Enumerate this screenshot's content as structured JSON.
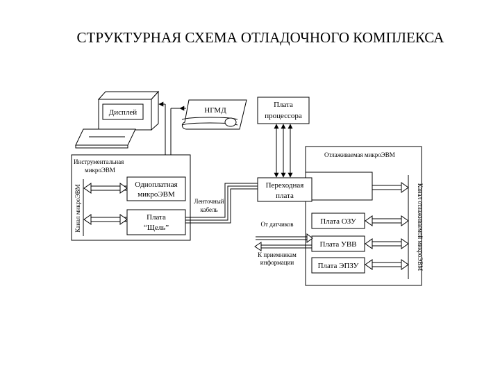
{
  "title": "СТРУКТУРНАЯ СХЕМА ОТЛАДОЧНОГО КОМПЛЕКСА",
  "blocks": {
    "display": "Дисплей",
    "fdd": "НГМД",
    "cpu_board_line1": "Плата",
    "cpu_board_line2": "процессора",
    "instr_line1": "Инструментальная",
    "instr_line2": "микроЭВМ",
    "instr_bus": "Канал микроЭВМ",
    "single_board_line1": "Одноплатная",
    "single_board_line2": "микроЭВМ",
    "slot_board_line1": "Плата",
    "slot_board_line2": "“Щель”",
    "ribbon_line1": "Ленточный",
    "ribbon_line2": "кабель",
    "adapter_line1": "Переходная",
    "adapter_line2": "плата",
    "target": "Отлаживаемая микроЭВМ",
    "target_bus": "Канал отлаживаемой микроЭВМ",
    "ram": "Плата ОЗУ",
    "io": "Плата УВВ",
    "rom": "Плата ЭПЗУ",
    "from_sensors": "От датчиков",
    "to_receivers_line1": "К приемникам",
    "to_receivers_line2": "информации"
  }
}
